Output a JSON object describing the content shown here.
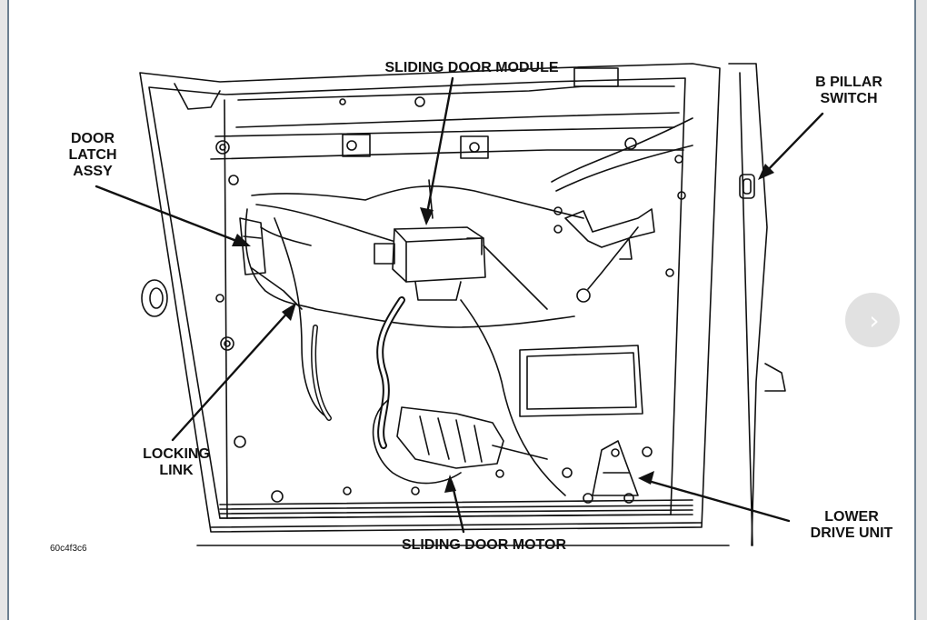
{
  "diagram": {
    "labels": {
      "sliding_door_module": "SLIDING DOOR MODULE",
      "b_pillar_switch": "B PILLAR\nSWITCH",
      "door_latch_assy": "DOOR\nLATCH\nASSY",
      "locking_link": "LOCKING\nLINK",
      "sliding_door_motor": "SLIDING DOOR MOTOR",
      "lower_drive_unit": "LOWER\nDRIVE UNIT"
    },
    "figure_code": "60c4f3c6"
  },
  "viewer": {
    "next_icon": "chevron-right-icon",
    "next_glyph": "›"
  },
  "colors": {
    "line": "#111111",
    "background": "#ffffff",
    "frame": "#6c7f90"
  }
}
